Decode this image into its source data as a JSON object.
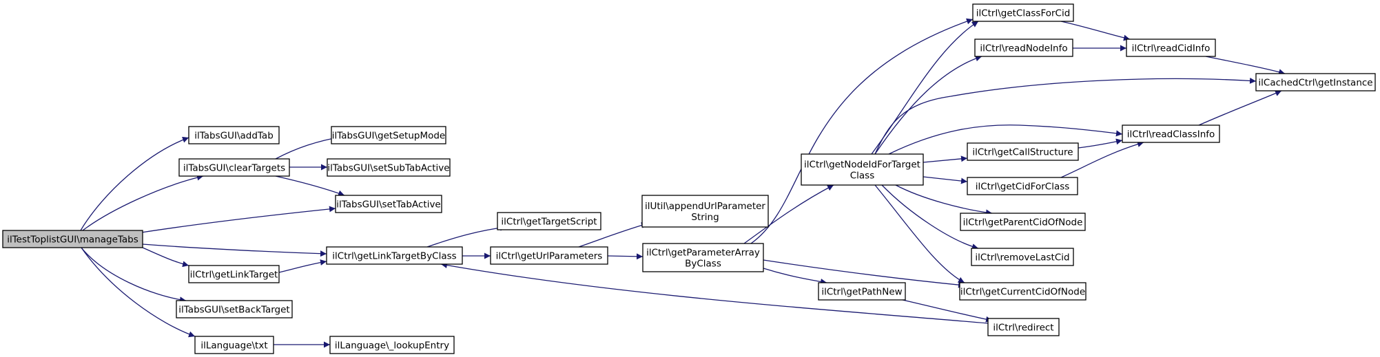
{
  "graph": {
    "title": "",
    "edge_color": "#191970",
    "root_fill": "#bfbfbf",
    "nodes": [
      {
        "id": "root",
        "lines": [
          "ilTestToplistGUI\\manageTabs"
        ],
        "root": true
      },
      {
        "id": "addTab",
        "lines": [
          "ilTabsGUI\\addTab"
        ]
      },
      {
        "id": "clearTargets",
        "lines": [
          "ilTabsGUI\\clearTargets"
        ]
      },
      {
        "id": "getSetupMode",
        "lines": [
          "ilTabsGUI\\getSetupMode"
        ]
      },
      {
        "id": "setSubTabActive",
        "lines": [
          "ilTabsGUI\\setSubTabActive"
        ]
      },
      {
        "id": "setTabActive",
        "lines": [
          "ilTabsGUI\\setTabActive"
        ]
      },
      {
        "id": "getLinkTargetByClass",
        "lines": [
          "ilCtrl\\getLinkTargetByClass"
        ]
      },
      {
        "id": "getLinkTarget",
        "lines": [
          "ilCtrl\\getLinkTarget"
        ]
      },
      {
        "id": "setBackTarget",
        "lines": [
          "ilTabsGUI\\setBackTarget"
        ]
      },
      {
        "id": "txt",
        "lines": [
          "ilLanguage\\txt"
        ]
      },
      {
        "id": "lookupEntry",
        "lines": [
          "ilLanguage\\_lookupEntry"
        ]
      },
      {
        "id": "getTargetScript",
        "lines": [
          "ilCtrl\\getTargetScript"
        ]
      },
      {
        "id": "getUrlParameters",
        "lines": [
          "ilCtrl\\getUrlParameters"
        ]
      },
      {
        "id": "appendUrlParameterString",
        "lines": [
          "ilUtil\\appendUrlParameter",
          "String"
        ]
      },
      {
        "id": "getParameterArrayByClass",
        "lines": [
          "ilCtrl\\getParameterArray",
          "ByClass"
        ]
      },
      {
        "id": "getNodeIdForTargetClass",
        "lines": [
          "ilCtrl\\getNodeIdForTarget",
          "Class"
        ]
      },
      {
        "id": "getPathNew",
        "lines": [
          "ilCtrl\\getPathNew"
        ]
      },
      {
        "id": "redirect",
        "lines": [
          "ilCtrl\\redirect"
        ]
      },
      {
        "id": "getClassForCid",
        "lines": [
          "ilCtrl\\getClassForCid"
        ]
      },
      {
        "id": "readNodeInfo",
        "lines": [
          "ilCtrl\\readNodeInfo"
        ]
      },
      {
        "id": "readCidInfo",
        "lines": [
          "ilCtrl\\readCidInfo"
        ]
      },
      {
        "id": "getInstance",
        "lines": [
          "ilCachedCtrl\\getInstance"
        ]
      },
      {
        "id": "readClassInfo",
        "lines": [
          "ilCtrl\\readClassInfo"
        ]
      },
      {
        "id": "getCallStructure",
        "lines": [
          "ilCtrl\\getCallStructure"
        ]
      },
      {
        "id": "getCidForClass",
        "lines": [
          "ilCtrl\\getCidForClass"
        ]
      },
      {
        "id": "getParentCidOfNode",
        "lines": [
          "ilCtrl\\getParentCidOfNode"
        ]
      },
      {
        "id": "removeLastCid",
        "lines": [
          "ilCtrl\\removeLastCid"
        ]
      },
      {
        "id": "getCurrentCidOfNode",
        "lines": [
          "ilCtrl\\getCurrentCidOfNode"
        ]
      }
    ],
    "edges": [
      [
        "root",
        "addTab"
      ],
      [
        "root",
        "clearTargets"
      ],
      [
        "root",
        "setTabActive"
      ],
      [
        "root",
        "getLinkTargetByClass"
      ],
      [
        "root",
        "getLinkTarget"
      ],
      [
        "root",
        "setBackTarget"
      ],
      [
        "root",
        "txt"
      ],
      [
        "clearTargets",
        "getSetupMode"
      ],
      [
        "clearTargets",
        "setSubTabActive"
      ],
      [
        "clearTargets",
        "setTabActive"
      ],
      [
        "getLinkTarget",
        "getLinkTargetByClass"
      ],
      [
        "txt",
        "lookupEntry"
      ],
      [
        "getLinkTargetByClass",
        "getTargetScript"
      ],
      [
        "getLinkTargetByClass",
        "getUrlParameters"
      ],
      [
        "getUrlParameters",
        "appendUrlParameterString"
      ],
      [
        "getUrlParameters",
        "getParameterArrayByClass"
      ],
      [
        "getParameterArrayByClass",
        "getClassForCid"
      ],
      [
        "getParameterArrayByClass",
        "getNodeIdForTargetClass"
      ],
      [
        "getParameterArrayByClass",
        "getPathNew"
      ],
      [
        "getParameterArrayByClass",
        "getCurrentCidOfNode"
      ],
      [
        "getNodeIdForTargetClass",
        "getClassForCid"
      ],
      [
        "getNodeIdForTargetClass",
        "readNodeInfo"
      ],
      [
        "getNodeIdForTargetClass",
        "getInstance"
      ],
      [
        "getNodeIdForTargetClass",
        "readClassInfo"
      ],
      [
        "getNodeIdForTargetClass",
        "getCallStructure"
      ],
      [
        "getNodeIdForTargetClass",
        "getCidForClass"
      ],
      [
        "getNodeIdForTargetClass",
        "getParentCidOfNode"
      ],
      [
        "getNodeIdForTargetClass",
        "removeLastCid"
      ],
      [
        "getNodeIdForTargetClass",
        "getCurrentCidOfNode"
      ],
      [
        "getPathNew",
        "redirect"
      ],
      [
        "redirect",
        "getLinkTargetByClass"
      ],
      [
        "getClassForCid",
        "readCidInfo"
      ],
      [
        "readNodeInfo",
        "readCidInfo"
      ],
      [
        "readCidInfo",
        "getInstance"
      ],
      [
        "readClassInfo",
        "getInstance"
      ],
      [
        "getCallStructure",
        "readClassInfo"
      ],
      [
        "getCidForClass",
        "readClassInfo"
      ]
    ]
  }
}
